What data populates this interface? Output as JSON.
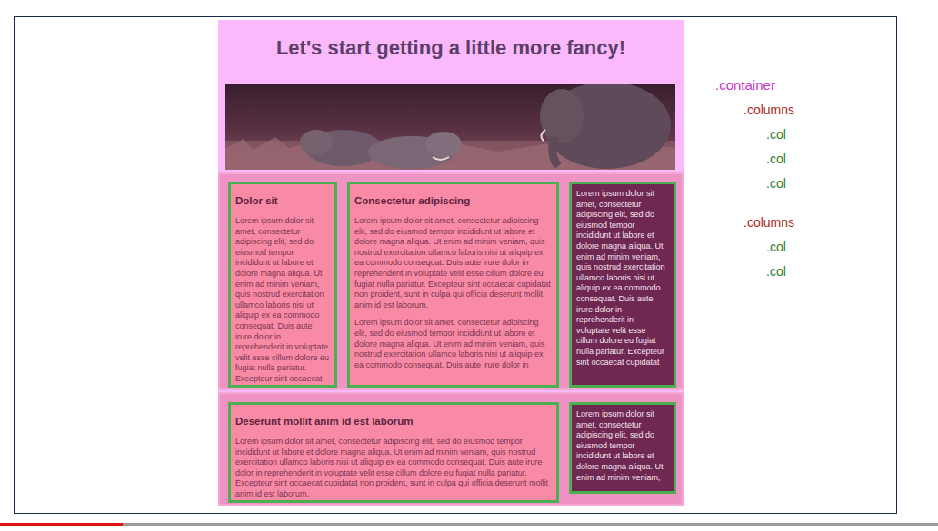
{
  "diagram": {
    "title": "Let's start getting a little more fancy!",
    "nodes": [
      {
        "text": []
      },
      {
        "text": [
          "Dolor sit",
          "Lorem ipsum dolor sit amet, consectetur adipiscing elit, sed do eiusmod tempor incididunt ut labore et dolore magna aliqua. Ut enim ad minim veniam, quis nostrud exercitation ullamco laboris nisi ut aliquip ex ea commodo consequat. Duis aute irure dolor in reprehenderit in voluptate velit esse cillum dolore eu fugiat nulla pariatur. Excepteur sint occaecat"
        ],
        "in": 0
      },
      {
        "text": [
          "Consectetur adipiscing",
          "Lorem ipsum dolor sit amet, consectetur adipiscing elit, sed do eiusmod tempor incididunt ut labore et dolore magna aliqua. Ut enim ad minim veniam, quis nostrud exercitation ullamco laboris nisi ut aliquip ex ea commodo consequat. Duis aute irure dolor in reprehenderit in voluptate velit esse cillum dolore eu fugiat nulla pariatur. Excepteur sint occaecat cupidatat non proident, sunt in culpa qui officia deserunt mollit anim id est laborum.",
          "Lorem ipsum dolor sit amet, consectetur adipiscing elit, sed do eiusmod tempor incididunt ut labore et dolore magna aliqua. Ut enim ad minim veniam, quis nostrud exercitation ullamco laboris nisi ut aliquip ex ea commodo consequat. Duis aute irure dolor in"
        ],
        "in": 0
      },
      {
        "text": [
          "Lorem ipsum dolor sit amet, consectetur adipiscing elit, sed do eiusmod tempor incididunt ut labore et dolore magna aliqua. Ut enim ad minim veniam, quis nostrud exercitation ullamco laboris nisi ut aliquip ex ea commodo consequat. Duis aute irure dolor in reprehenderit in voluptate velit esse cillum dolore eu fugiat nulla pariatur. Excepteur sint occaecat cupidatat"
        ],
        "in": 0
      },
      {
        "text": []
      },
      {
        "text": [
          "Deserunt mollit anim id est laborum",
          "Lorem ipsum dolor sit amet, consectetur adipiscing elit, sed do eiusmod tempor incididunt ut labore et dolore magna aliqua. Ut enim ad minim veniam, quis nostrud exercitation ullamco laboris nisi ut aliquip ex ea commodo consequat. Duis aute irure dolor in reprehenderit in voluptate velit esse cillum dolore eu fugiat nulla pariatur. Excepteur sint occaecat cupidatat non proident, sunt in culpa qui officia deserunt mollit anim id est laborum."
        ],
        "in": 4
      },
      {
        "text": [
          "Lorem ipsum dolor sit amet, consectetur adipiscing elit, sed do eiusmod tempor incididunt ut labore et dolore magna aliqua. Ut enim ad minim veniam,"
        ],
        "in": 4
      }
    ],
    "labels": [
      ".container",
      ".columns",
      ".col",
      ".col",
      ".col",
      ".columns",
      ".col",
      ".col"
    ]
  }
}
